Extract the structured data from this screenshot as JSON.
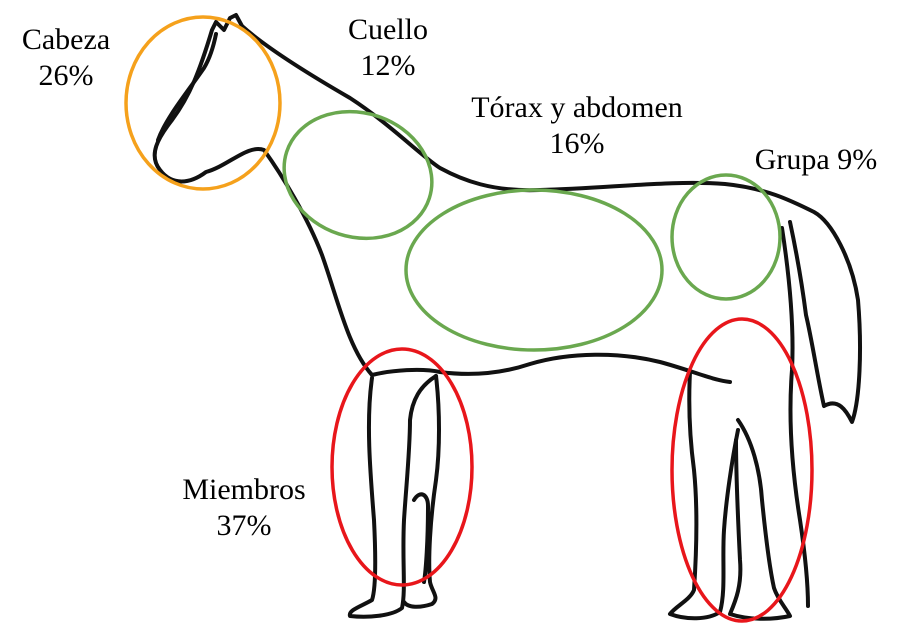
{
  "regions": [
    {
      "id": "cabeza",
      "name": "Cabeza",
      "percent": "26%",
      "color": "#f5a11c"
    },
    {
      "id": "cuello",
      "name": "Cuello",
      "percent": "12%",
      "color": "#6aa84f"
    },
    {
      "id": "torax",
      "name": "Tórax y abdomen",
      "percent": "16%",
      "color": "#6aa84f"
    },
    {
      "id": "grupa",
      "name": "Grupa",
      "percent": "9%",
      "color": "#6aa84f"
    },
    {
      "id": "miembros",
      "name": "Miembros",
      "percent": "37%",
      "color": "#e8161b"
    }
  ],
  "colors": {
    "outline": "#111111",
    "head": "#f5a11c",
    "body": "#6aa84f",
    "limbs": "#e8161b",
    "background": "#ffffff"
  }
}
